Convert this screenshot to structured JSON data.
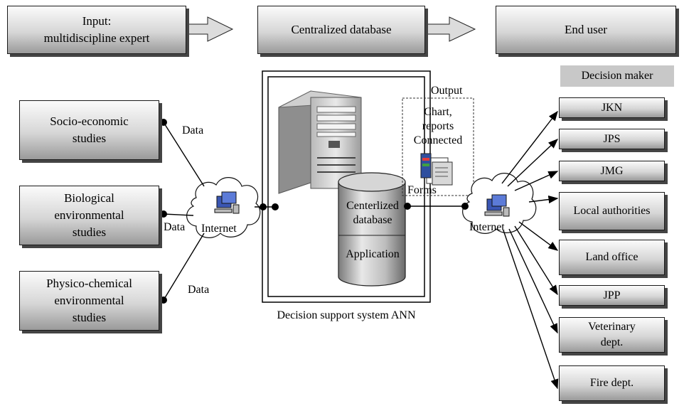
{
  "top_row": {
    "input": "Input:\nmultidiscipline expert",
    "database": "Centralized database",
    "end_user": "End user"
  },
  "sources": [
    {
      "label": "Socio-economic\nstudies",
      "link_label": "Data"
    },
    {
      "label": "Biological\nenvironmental\nstudies",
      "link_label": "Data"
    },
    {
      "label": "Physico-chemical\nenvironmental\nstudies",
      "link_label": "Data"
    }
  ],
  "internet_left": "Internet",
  "internet_right": "Internet",
  "system": {
    "caption": "Decision support system ANN",
    "db_top": "Centerlized\ndatabase",
    "db_bottom": "Application",
    "output_title": "Output",
    "output_text": "Chart,\nreports\nConnected",
    "forms": "Forms"
  },
  "decision_maker_header": "Decision maker",
  "decision_makers": [
    "JKN",
    "JPS",
    "JMG",
    "Local authorities",
    "Land office",
    "JPP",
    "Veterinary\ndept.",
    "Fire dept."
  ]
}
